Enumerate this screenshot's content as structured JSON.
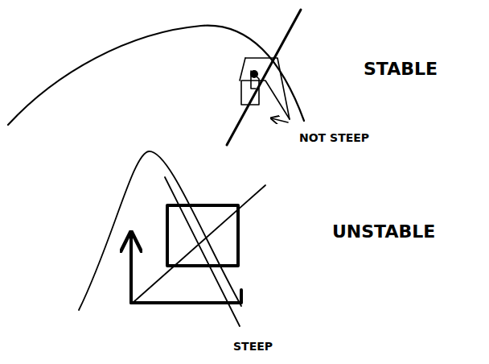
{
  "diagram": {
    "labels": [
      "STABLE",
      "NOT STEEP",
      "UNSTABLE",
      "STEEP"
    ]
  }
}
